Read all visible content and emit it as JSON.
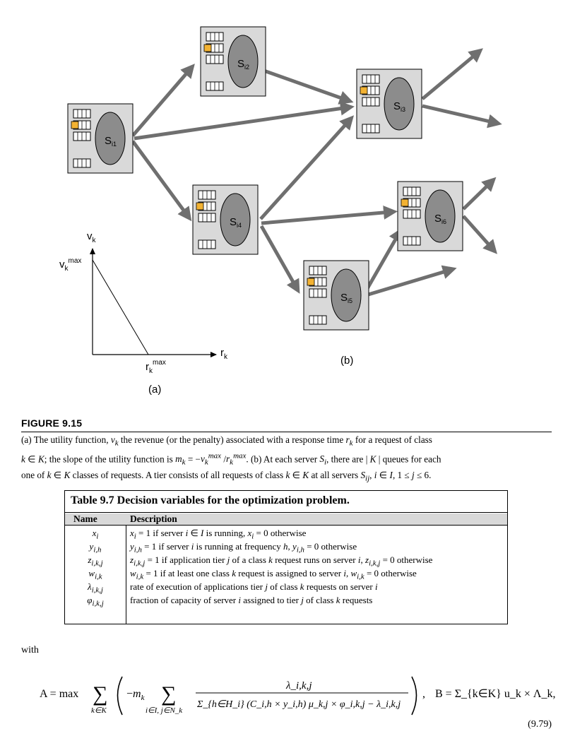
{
  "figure": {
    "servers": [
      {
        "id": "si1",
        "label_main": "S",
        "label_sub": "i1"
      },
      {
        "id": "si2",
        "label_main": "S",
        "label_sub": "i2"
      },
      {
        "id": "si3",
        "label_main": "S",
        "label_sub": "i3"
      },
      {
        "id": "si4",
        "label_main": "S",
        "label_sub": "i4"
      },
      {
        "id": "si5",
        "label_main": "S",
        "label_sub": "i5"
      },
      {
        "id": "si6",
        "label_main": "S",
        "label_sub": "i6"
      }
    ],
    "panel_a": {
      "y_axis": "v",
      "y_axis_sub": "k",
      "y_max_label": "v",
      "y_max_sub": "k",
      "y_max_sup": "max",
      "x_axis": "r",
      "x_axis_sub": "k",
      "x_max_label": "r",
      "x_max_sub": "k",
      "x_max_sup": "max",
      "panel_label": "(a)"
    },
    "panel_b_label": "(b)",
    "colors": {
      "server_box": "#d9d9d9",
      "server_ellipse": "#8c8c8c",
      "arrow": "#6f6f6f",
      "queue_highlight": "#f2b233"
    }
  },
  "caption": {
    "label": "FIGURE 9.15",
    "line1": "(a) The utility function, v_k the revenue (or the penalty) associated with a response time r_k for a request of class",
    "line2": "k ∈ K; the slope of the utility function is m_k = −v_k^max / r_k^max. (b) At each server S_i, there are | K | queues for each",
    "line3": "one of k ∈ K classes of requests. A tier consists of all requests of class k ∈ K at all servers S_ij, i ∈ I, 1 ≤ j ≤ 6."
  },
  "table": {
    "title": "Table 9.7  Decision variables for the optimization problem.",
    "headers": [
      "Name",
      "Description"
    ],
    "rows": [
      {
        "name": "x_i",
        "description": "x_i = 1 if server i ∈ I is running, x_i = 0 otherwise"
      },
      {
        "name": "y_i,h",
        "description": "y_i,h = 1 if server i is running at frequency h, y_i,h = 0 otherwise"
      },
      {
        "name": "z_i,k,j",
        "description": "z_i,k,j = 1 if application tier j of a class k request runs on server i, z_i,k,j = 0 otherwise"
      },
      {
        "name": "w_i,k",
        "description": "w_i,k = 1 if at least one class k request is assigned to server i, w_i,k = 0 otherwise"
      },
      {
        "name": "λ_i,k,j",
        "description": "rate of execution of applications tier j of class k requests on server i"
      },
      {
        "name": "φ_i,k,j",
        "description": "fraction of capacity of server i assigned to tier j of class k requests"
      }
    ]
  },
  "with_text": "with",
  "equation": {
    "A_lhs": "A = max",
    "sum1_sub": "k∈K",
    "sum2_sub": "i∈I, j∈N_k",
    "numerator": "λ_i,k,j",
    "denominator": "Σ_{h∈H_i} (C_i,h × y_i,h) μ_k,j × φ_i,k,j − λ_i,k,j",
    "B_rhs": "B = Σ_{k∈K} u_k × Λ_k,",
    "number": "(9.79)"
  }
}
